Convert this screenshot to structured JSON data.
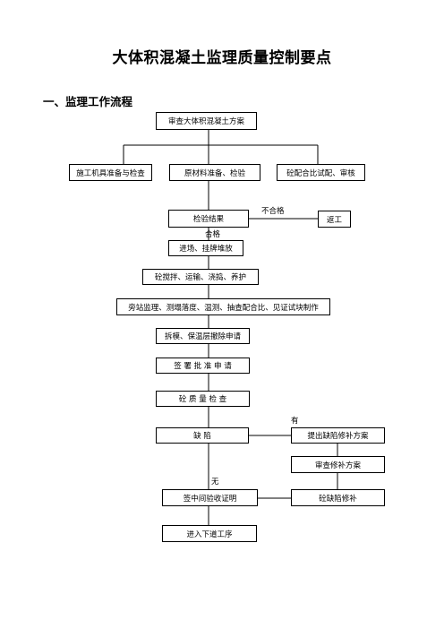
{
  "document": {
    "title": "大体积混凝土监理质量控制要点",
    "section_heading": "一、监理工作流程"
  },
  "flowchart": {
    "boxes": {
      "review_plan": "审查大体积混凝土方案",
      "equipment_check": "施工机具准备与检查",
      "material_check": "原材料准备、检验",
      "mix_trial": "砼配合比试配、审核",
      "test_result": "检验结果",
      "rework": "返工",
      "site_entry": "进场、挂牌堆放",
      "concrete_process": "砼搅拌、运输、浇捣、养护",
      "supervision": "旁站监理、测塌落度、温测、抽查配合比、见证试块制作",
      "formwork_removal": "拆模、保温层撤除申请",
      "sign_approval": "签 署 批 准 申 请",
      "quality_check": "砼 质 量 检 查",
      "defect": "缺    陷",
      "repair_plan": "提出缺陷修补方案",
      "review_repair": "审查修补方案",
      "repair": "砼缺陷修补",
      "sign_acceptance": "签中间验收证明",
      "next_step": "进入下道工序"
    },
    "labels": {
      "fail": "不合格",
      "pass": "合格",
      "yes": "有",
      "no": "无"
    }
  }
}
